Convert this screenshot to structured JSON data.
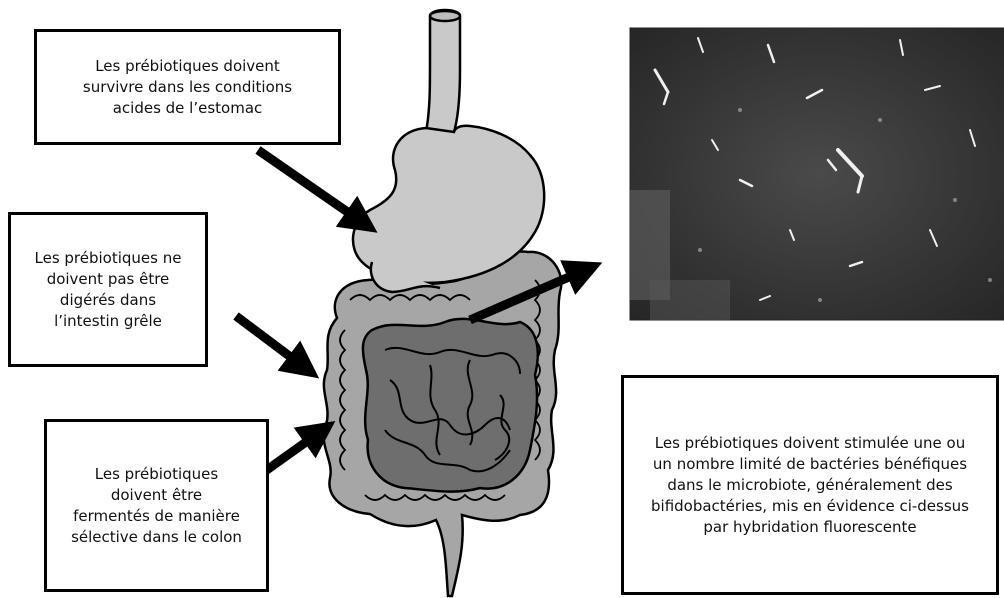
{
  "callouts": {
    "stomach": "Les prébiotiques doivent\nsurvivre dans les conditions\nacides de l’estomac",
    "small_intestine": "Les prébiotiques ne\ndoivent pas être\ndigérés dans\nl’intestin grêle",
    "colon": "Les prébiotiques\ndoivent être\nfermentés de manière\nsélective dans le colon",
    "microbiota": "Les prébiotiques doivent stimulée une ou\nun nombre limité de bactéries bénéfiques\ndans le microbiote, généralement des\nbifidobactéries, mis en évidence ci-dessus\npar hybridation fluorescente"
  },
  "colors": {
    "stomach_fill": "#c9c9c9",
    "colon_fill": "#a6a6a6",
    "small_intestine_fill": "#6e6e6e",
    "micrograph_bg": "#3c3c3c"
  }
}
